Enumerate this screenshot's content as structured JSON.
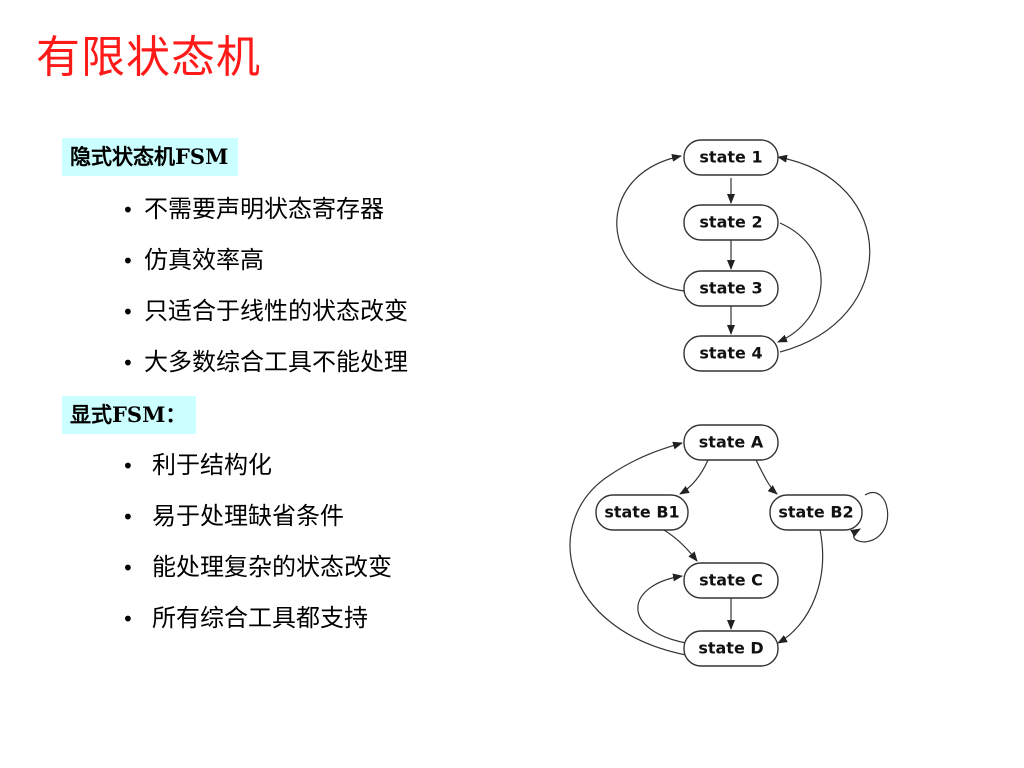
{
  "slide": {
    "title": "有限状态机",
    "sections": [
      {
        "label": "隐式状态机FSM",
        "items": [
          "不需要声明状态寄存器",
          "仿真效率高",
          "只适合于线性的状态改变",
          "大多数综合工具不能处理"
        ]
      },
      {
        "label": "显式FSM：",
        "items": [
          "利于结构化",
          "易于处理缺省条件",
          "能处理复杂的状态改变",
          "所有综合工具都支持"
        ]
      }
    ],
    "bullet_glyph": "•"
  },
  "diagrams": {
    "implicit": {
      "nodes": [
        "state 1",
        "state 2",
        "state 3",
        "state 4"
      ],
      "edges": [
        [
          "state 1",
          "state 2"
        ],
        [
          "state 2",
          "state 3"
        ],
        [
          "state 3",
          "state 4"
        ],
        [
          "state 3",
          "state 1"
        ],
        [
          "state 2",
          "state 4"
        ],
        [
          "state 4",
          "state 1"
        ]
      ]
    },
    "explicit": {
      "nodes": [
        "state A",
        "state B1",
        "state B2",
        "state C",
        "state D"
      ],
      "edges": [
        [
          "state A",
          "state B1"
        ],
        [
          "state A",
          "state B2"
        ],
        [
          "state B2",
          "state B2"
        ],
        [
          "state B1",
          "state C"
        ],
        [
          "state C",
          "state D"
        ],
        [
          "state D",
          "state C"
        ],
        [
          "state B2",
          "state D"
        ],
        [
          "state D",
          "state A"
        ]
      ]
    }
  }
}
